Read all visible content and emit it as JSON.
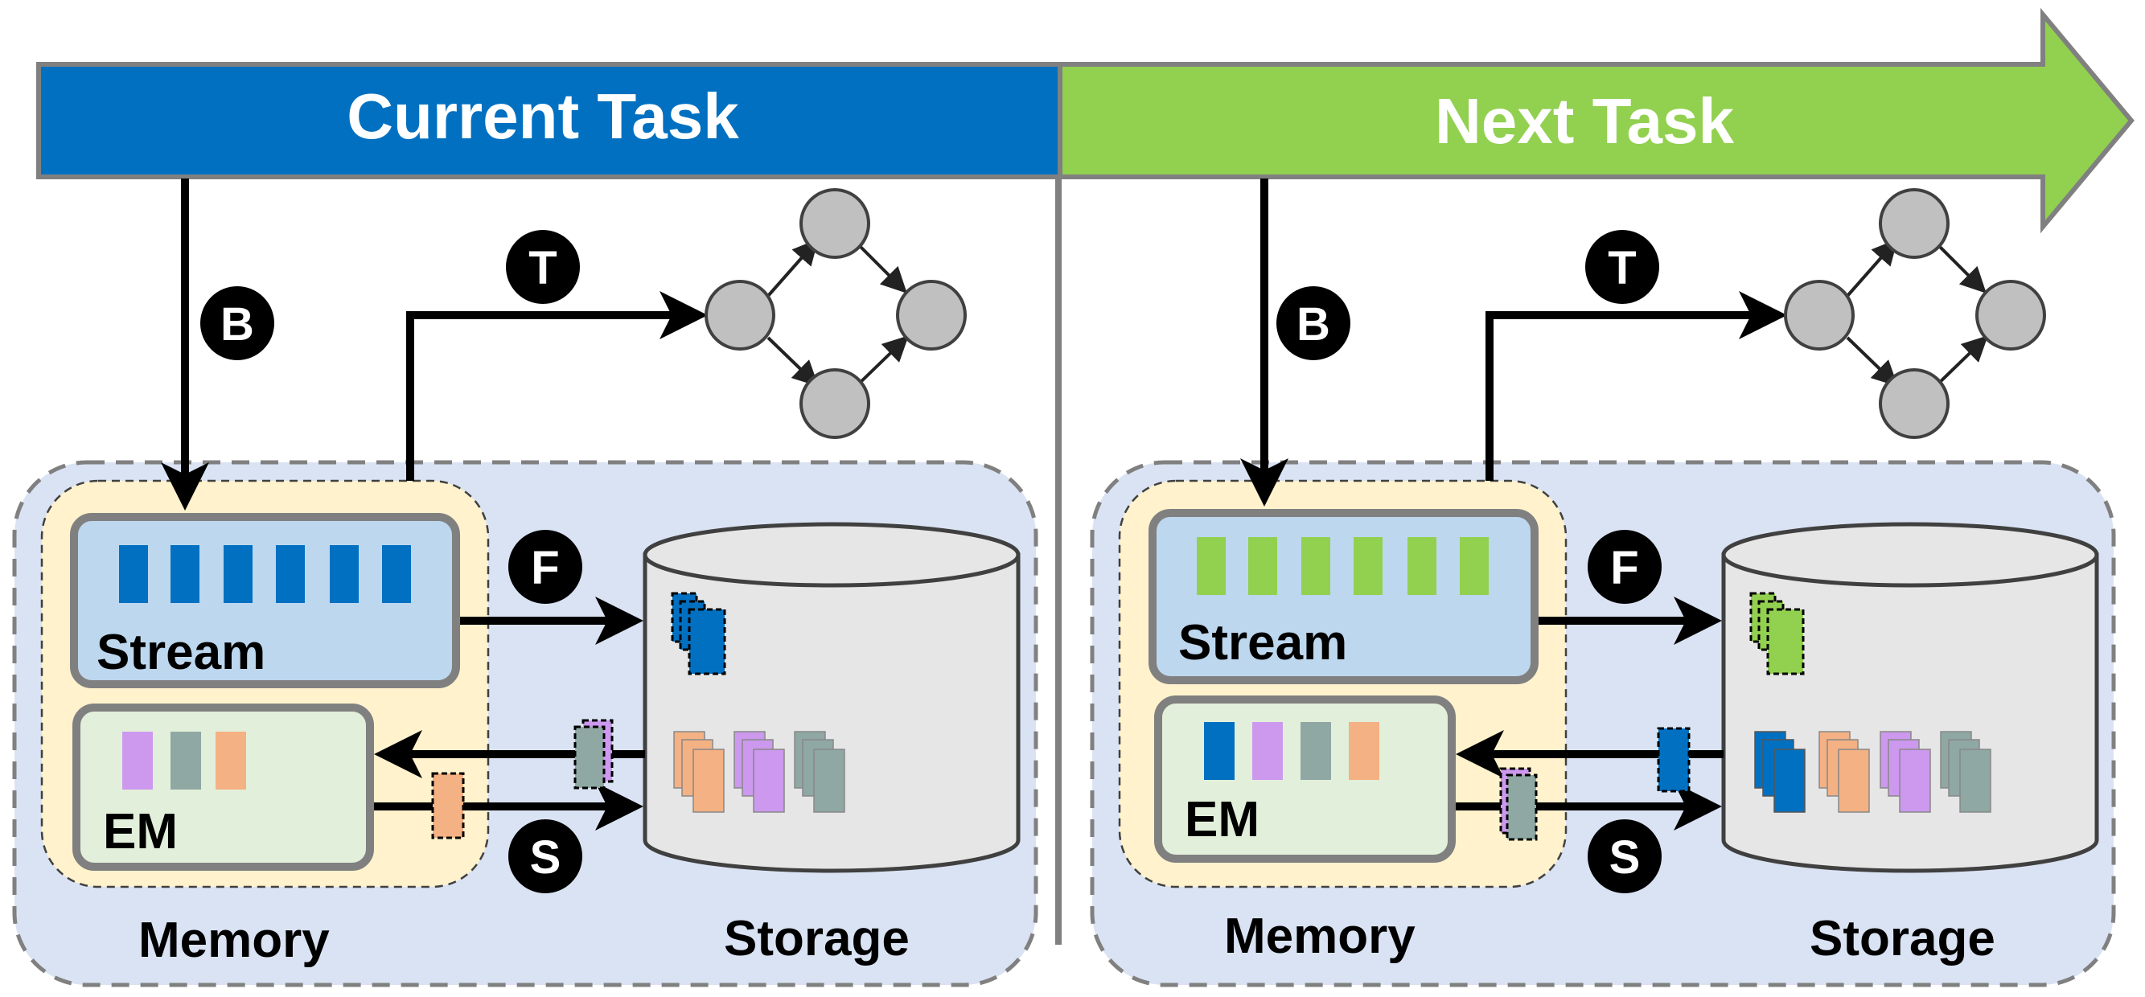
{
  "header": {
    "current_task": "Current Task",
    "next_task": "Next Task"
  },
  "badges": {
    "b": "B",
    "t": "T",
    "f": "F",
    "s": "S"
  },
  "labels": {
    "stream": "Stream",
    "em": "EM",
    "memory": "Memory",
    "storage": "Storage"
  },
  "colors": {
    "current_task": "#0170C1",
    "next_task": "#92D050",
    "purple": "#CC99EE",
    "gray_teal": "#8FA8A4",
    "orange": "#F4B183",
    "memory_bg": "#FFF2CC",
    "outer_bg": "#DAE3F3",
    "stream_bg": "#BDD7EE",
    "em_bg": "#E2EFDA",
    "storage_bg": "#E7E6E6",
    "node": "#C0C0C0"
  }
}
